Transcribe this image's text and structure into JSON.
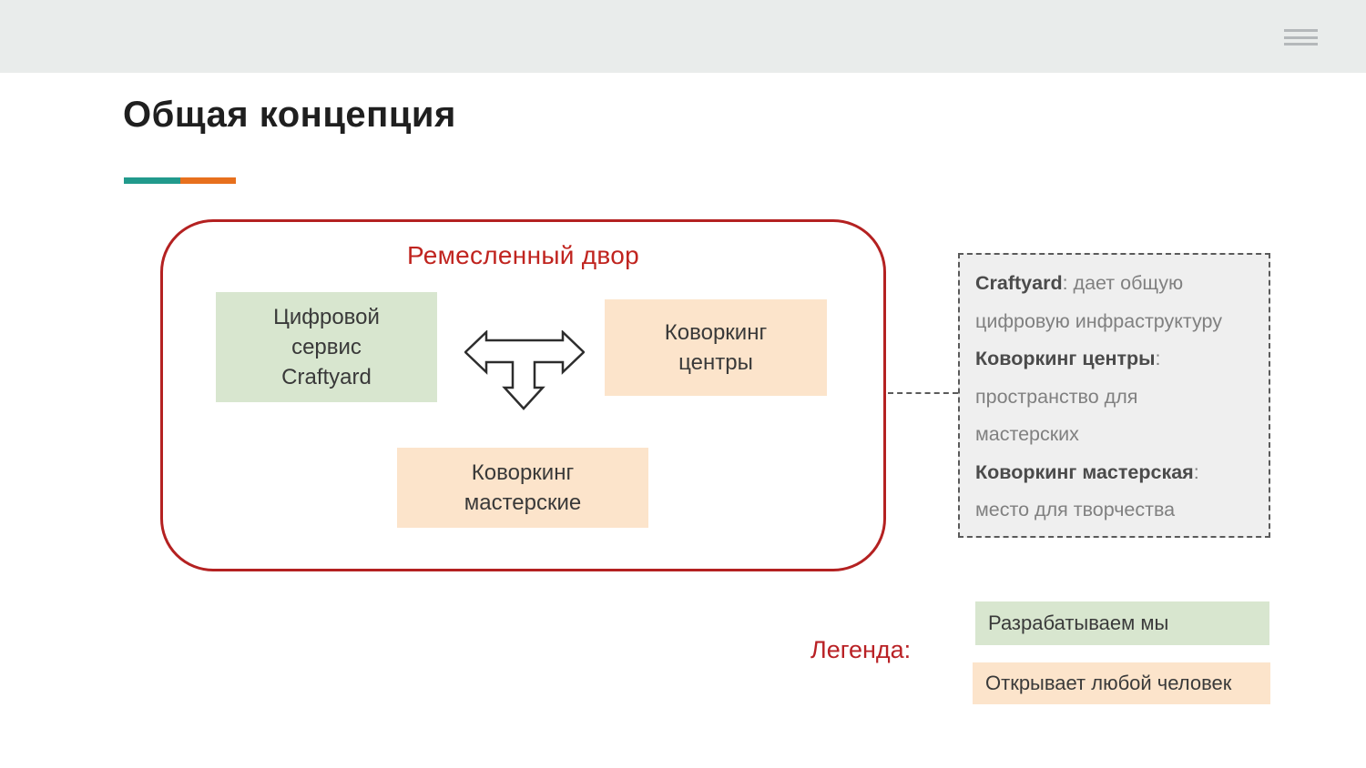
{
  "page": {
    "title": "Общая концепция"
  },
  "diagram": {
    "container_label": "Ремесленный двор",
    "nodes": {
      "digital_service": {
        "lines": [
          "Цифровой",
          "сервис",
          "Craftyard"
        ]
      },
      "coworking_centers": {
        "lines": [
          "Коворкинг",
          "центры"
        ]
      },
      "coworking_workshops": {
        "lines": [
          "Коворкинг",
          "мастерские"
        ]
      }
    },
    "arrow": "three-way-double-arrow"
  },
  "panel": {
    "entries": [
      {
        "term": "Craftyard",
        "desc": ": дает общую цифровую инфраструктуру"
      },
      {
        "term": "Коворкинг центры",
        "desc": ": пространство для мастерских"
      },
      {
        "term": "Коворкинг мастерская",
        "desc": ": место для творчества"
      }
    ]
  },
  "legend": {
    "label": "Легенда:",
    "items": [
      {
        "text": "Разрабатываем мы",
        "color": "#d8e6cf"
      },
      {
        "text": "Открывает любой человек",
        "color": "#fce4cb"
      }
    ]
  },
  "colors": {
    "accent_teal": "#219a8c",
    "accent_orange": "#e7701d",
    "brand_red": "#b42121",
    "node_green": "#d8e6cf",
    "node_orange": "#fce4cb",
    "topbar_gray": "#e9eceb",
    "panel_gray": "#efefef"
  }
}
